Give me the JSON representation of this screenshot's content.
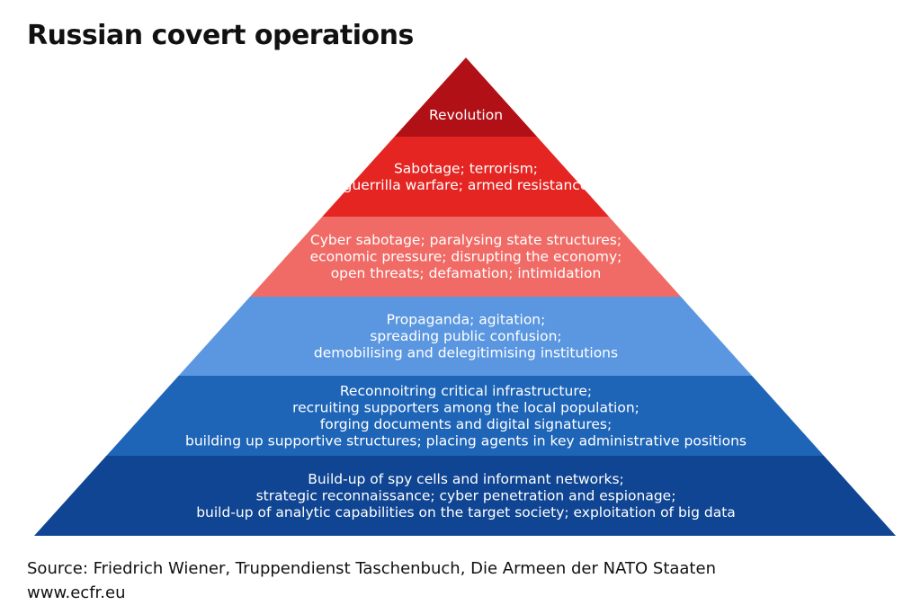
{
  "title": "Russian covert operations",
  "source": "Source: Friedrich Wiener, Truppendienst Taschenbuch, Die Armeen der NATO Staaten",
  "url": "www.ecfr.eu",
  "layers": [
    {
      "color": "#b01016",
      "lines": [
        "Revolution"
      ]
    },
    {
      "color": "#e42522",
      "lines": [
        "Sabotage; terrorism;",
        "guerrilla warfare; armed resistance"
      ]
    },
    {
      "color": "#f06b66",
      "lines": [
        "Cyber sabotage; paralysing state structures;",
        "economic pressure; disrupting the economy;",
        "open threats; defamation; intimidation"
      ]
    },
    {
      "color": "#5a97e0",
      "lines": [
        "Propaganda; agitation;",
        "spreading public confusion;",
        "demobilising and delegitimising institutions"
      ]
    },
    {
      "color": "#1e65b8",
      "lines": [
        "Reconnoitring critical infrastructure;",
        "recruiting supporters among the local population;",
        "forging documents and digital signatures;",
        "building up supportive structures; placing agents in key administrative positions"
      ]
    },
    {
      "color": "#0f4592",
      "lines": [
        "Build-up of spy cells and informant networks;",
        "strategic reconnaissance; cyber penetration and espionage;",
        "build-up of analytic capabilities on the target society; exploitation of big data"
      ]
    }
  ]
}
